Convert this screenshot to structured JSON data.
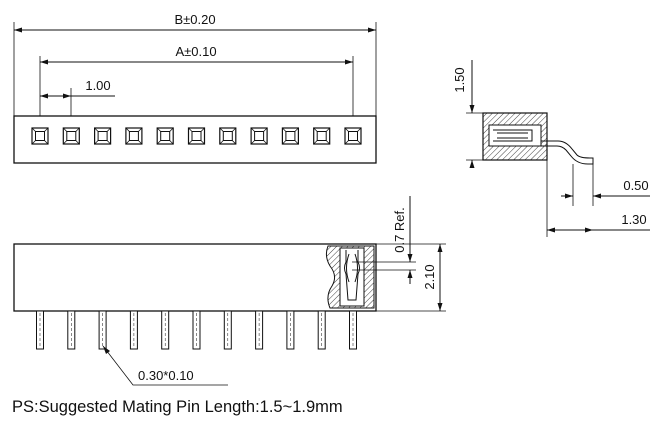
{
  "title": "",
  "dimensions": {
    "overall_length": "B±0.20",
    "pin_span": "A±0.10",
    "pitch": "1.00",
    "side_height": "1.50",
    "tail_offset": "0.50",
    "tail_length": "1.30",
    "reference": "0.7 Ref.",
    "body_height": "2.10",
    "pin_size": "0.30*0.10"
  },
  "note": "PS:Suggested Mating Pin Length:1.5~1.9mm",
  "pin_count": 11
}
